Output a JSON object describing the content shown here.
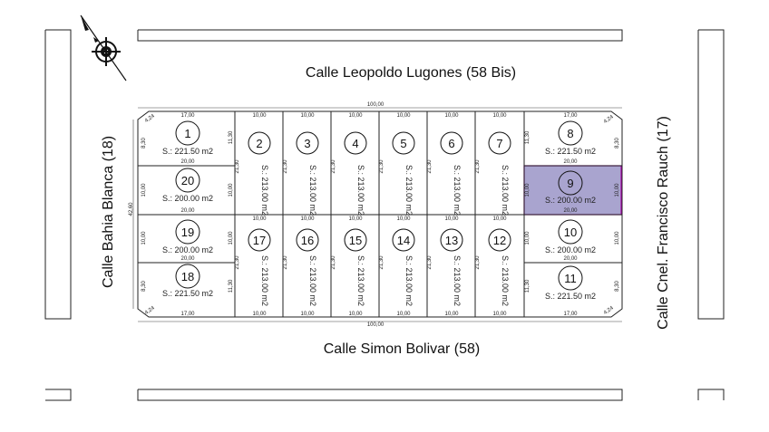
{
  "streets": {
    "top": "Calle Leopoldo Lugones (58 Bis)",
    "bottom": "Calle Simon Bolivar (58)",
    "left": "Calle Bahia Blanca (18)",
    "right": "Calle Cnel. Francisco Rauch (17)"
  },
  "dimensions": {
    "total_top": "100,00",
    "total_bottom": "100,00",
    "total_left": "42,60",
    "corner_chamfer": "4,24",
    "corner_w": "17,00",
    "corner_depth": "8,30",
    "corner_long": "11,30",
    "corner_mid": "20,00",
    "mid_lot_w": "20,00",
    "mid_lot_d": "10,00",
    "narrow_w": "10,00",
    "narrow_d": "21,30"
  },
  "lots": [
    {
      "id": "1",
      "area": "S.: 221.50 m2"
    },
    {
      "id": "2",
      "area": "S.: 213.00 m2"
    },
    {
      "id": "3",
      "area": "S.: 213.00 m2"
    },
    {
      "id": "4",
      "area": "S.: 213.00 m2"
    },
    {
      "id": "5",
      "area": "S.: 213.00 m2"
    },
    {
      "id": "6",
      "area": "S.: 213.00 m2"
    },
    {
      "id": "7",
      "area": "S.: 213.00 m2"
    },
    {
      "id": "8",
      "area": "S.: 221.50 m2"
    },
    {
      "id": "9",
      "area": "S.: 200.00 m2",
      "highlighted": true
    },
    {
      "id": "10",
      "area": "S.: 200.00 m2"
    },
    {
      "id": "11",
      "area": "S.: 221.50 m2"
    },
    {
      "id": "12",
      "area": "S.: 213.00 m2"
    },
    {
      "id": "13",
      "area": "S.: 213.00 m2"
    },
    {
      "id": "14",
      "area": "S.: 213.00 m2"
    },
    {
      "id": "15",
      "area": "S.: 213.00 m2"
    },
    {
      "id": "16",
      "area": "S.: 213.00 m2"
    },
    {
      "id": "17",
      "area": "S.: 213.00 m2"
    },
    {
      "id": "18",
      "area": "S.: 221.50 m2"
    },
    {
      "id": "19",
      "area": "S.: 200.00 m2"
    },
    {
      "id": "20",
      "area": "S.: 200.00 m2"
    }
  ],
  "colors": {
    "highlight_fill": "#a9a4cf",
    "highlight_stroke": "#b000b0"
  },
  "icons": {
    "compass": "compass-rose-icon"
  }
}
